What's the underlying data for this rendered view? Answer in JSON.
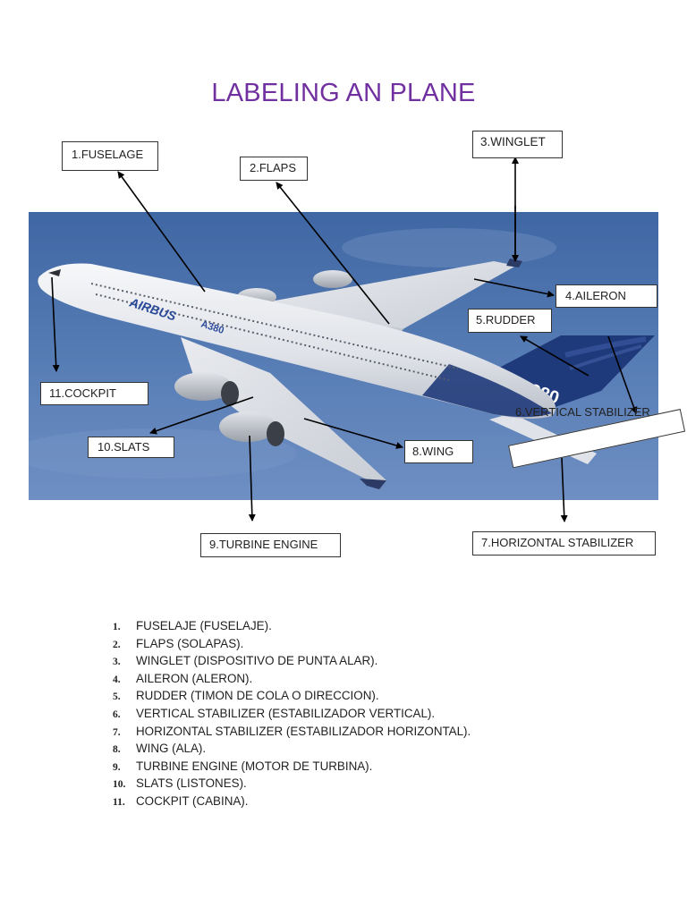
{
  "title": "LABELING AN PLANE",
  "labels": {
    "fuselage": "1.FUSELAGE",
    "flaps": "2.FLAPS",
    "winglet": "3.WINGLET",
    "aileron": "4.AILERON",
    "rudder": "5.RUDDER",
    "vertical_stabilizer": "6.VERTICAL STABILIZER",
    "horizontal_stabilizer": "7.HORIZONTAL STABILIZER",
    "wing": "8.WING",
    "turbine_engine": "9.TURBINE ENGINE",
    "slats": "10.SLATS",
    "cockpit": "11.COCKPIT"
  },
  "plane_markings": {
    "brand": "AIRBUS",
    "model": "A380",
    "tail_model": "A380"
  },
  "list": [
    {
      "num": "1.",
      "text": "FUSELAJE (FUSELAJE)."
    },
    {
      "num": "2.",
      "text": "FLAPS (SOLAPAS)."
    },
    {
      "num": "3.",
      "text": "WINGLET (DISPOSITIVO DE PUNTA ALAR)."
    },
    {
      "num": "4.",
      "text": "AILERON (ALERON)."
    },
    {
      "num": "5.",
      "text": "RUDDER (TIMON DE COLA O DIRECCION)."
    },
    {
      "num": "6.",
      "text": "VERTICAL STABILIZER (ESTABILIZADOR VERTICAL)."
    },
    {
      "num": "7.",
      "text": "HORIZONTAL STABILIZER (ESTABILIZADOR HORIZONTAL)."
    },
    {
      "num": "8.",
      "text": "WING (ALA)."
    },
    {
      "num": "9.",
      "text": "TURBINE ENGINE (MOTOR DE TURBINA)."
    },
    {
      "num": "10.",
      "text": "SLATS (LISTONES)."
    },
    {
      "num": "11.",
      "text": "COCKPIT (CABINA)."
    }
  ],
  "colors": {
    "title": "#7030a0",
    "sky": "#4d74ad",
    "fuselage": "#eceef2",
    "tail_blue": "#1f3a7a"
  }
}
